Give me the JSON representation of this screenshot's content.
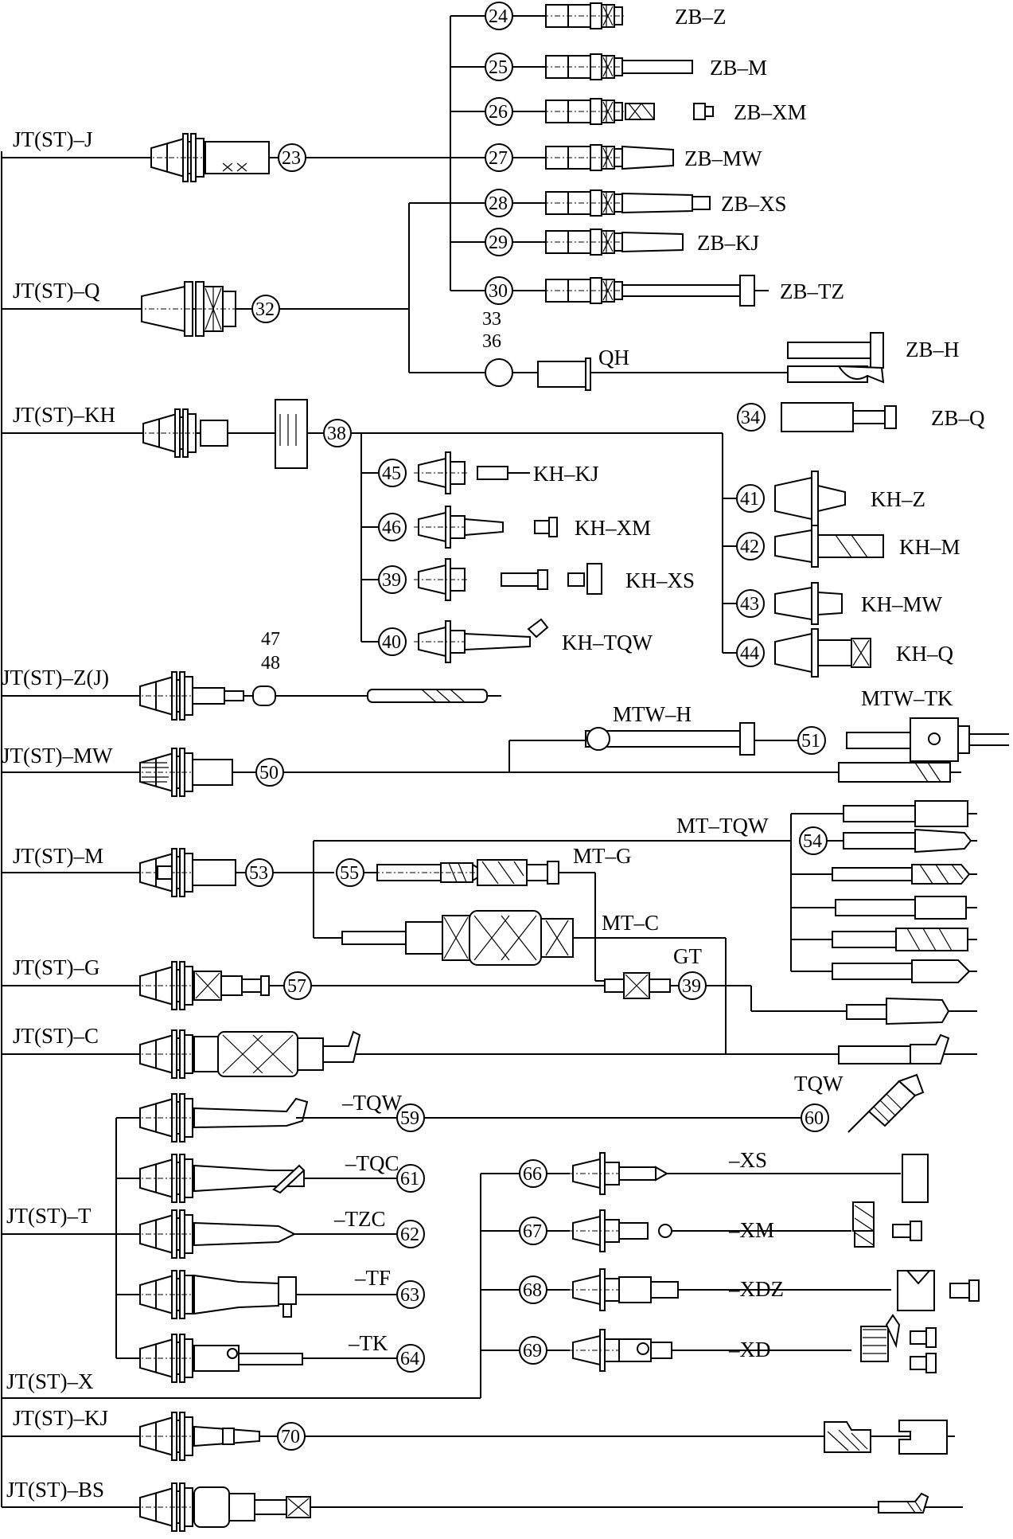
{
  "title": "",
  "families": [
    {
      "label": "JT(ST)–J"
    },
    {
      "label": "JT(ST)–Q"
    },
    {
      "label": "JT(ST)–KH"
    },
    {
      "label": "JT(ST)–Z(J)"
    },
    {
      "label": "JT(ST)–MW"
    },
    {
      "label": "JT(ST)–M"
    },
    {
      "label": "JT(ST)–G"
    },
    {
      "label": "JT(ST)–C"
    },
    {
      "label": "JT(ST)–T"
    },
    {
      "label": "JT(ST)–X"
    },
    {
      "label": "JT(ST)–KJ"
    },
    {
      "label": "JT(ST)–BS"
    }
  ],
  "callouts": {
    "c23": "23",
    "c24": "24",
    "c25": "25",
    "c26": "26",
    "c27": "27",
    "c28": "28",
    "c29": "29",
    "c30": "30",
    "c32": "32",
    "c33": "33",
    "c36": "36",
    "c34": "34",
    "c38": "38",
    "c39a": "39",
    "c39b": "39",
    "c40": "40",
    "c41": "41",
    "c42": "42",
    "c43": "43",
    "c44": "44",
    "c45": "45",
    "c46": "46",
    "c47": "47",
    "c48": "48",
    "c50": "50",
    "c51": "51",
    "c53": "53",
    "c54": "54",
    "c55": "55",
    "c57": "57",
    "c59": "59",
    "c60": "60",
    "c61": "61",
    "c62": "62",
    "c63": "63",
    "c64": "64",
    "c66": "66",
    "c67": "67",
    "c68": "68",
    "c69": "69",
    "c70": "70"
  },
  "codes": {
    "zb_z": "ZB–Z",
    "zb_m": "ZB–M",
    "zb_xm": "ZB–XM",
    "zb_mw": "ZB–MW",
    "zb_xs": "ZB–XS",
    "zb_kj": "ZB–KJ",
    "zb_tz": "ZB–TZ",
    "qh": "QH",
    "zb_h": "ZB–H",
    "zb_q": "ZB–Q",
    "kh_kj": "KH–KJ",
    "kh_xm": "KH–XM",
    "kh_xs": "KH–XS",
    "kh_tqw": "KH–TQW",
    "kh_z": "KH–Z",
    "kh_m": "KH–M",
    "kh_mw": "KH–MW",
    "kh_q": "KH–Q",
    "mtw_h": "MTW–H",
    "mtw_tk": "MTW–TK",
    "mt_tqw": "MT–TQW",
    "mt_g": "MT–G",
    "mt_c": "MT–C",
    "gt": "GT",
    "tqw": "TQW",
    "t_tqw": "–TQW",
    "t_tqc": "–TQC",
    "t_tzc": "–TZC",
    "t_tf": "–TF",
    "t_tk": "–TK",
    "x_xs": "–XS",
    "x_xm": "–XM",
    "x_xdz": "–XDZ",
    "x_xd": "–XD"
  }
}
